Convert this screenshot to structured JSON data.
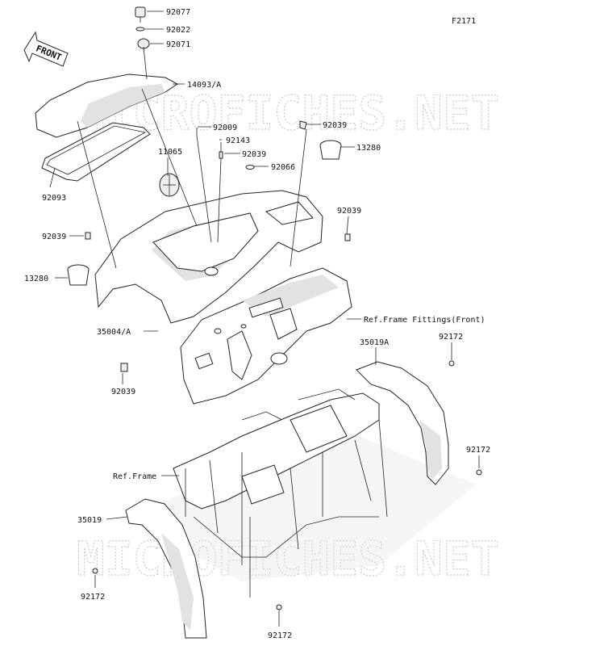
{
  "figure_code": "F2171",
  "front_label": "FRONT",
  "watermark": "MICROFICHES.NET",
  "callouts": [
    {
      "id": "c92077",
      "text": "92077"
    },
    {
      "id": "c92022",
      "text": "92022"
    },
    {
      "id": "c92071",
      "text": "92071"
    },
    {
      "id": "c14093",
      "text": "14093/A"
    },
    {
      "id": "c92009",
      "text": "92009"
    },
    {
      "id": "c92039a",
      "text": "92039"
    },
    {
      "id": "c11065",
      "text": "11065"
    },
    {
      "id": "c92143",
      "text": "92143"
    },
    {
      "id": "c13280a",
      "text": "13280"
    },
    {
      "id": "c92039b",
      "text": "92039"
    },
    {
      "id": "c92066",
      "text": "92066"
    },
    {
      "id": "c92093",
      "text": "92093"
    },
    {
      "id": "c92039c",
      "text": "92039"
    },
    {
      "id": "c92039d",
      "text": "92039"
    },
    {
      "id": "c13280b",
      "text": "13280"
    },
    {
      "id": "c35004",
      "text": "35004/A"
    },
    {
      "id": "cref1",
      "text": "Ref.Frame Fittings(Front)"
    },
    {
      "id": "c35019a",
      "text": "35019A"
    },
    {
      "id": "c92172a",
      "text": "92172"
    },
    {
      "id": "c92039e",
      "text": "92039"
    },
    {
      "id": "c92172b",
      "text": "92172"
    },
    {
      "id": "cref2",
      "text": "Ref.Frame"
    },
    {
      "id": "c35019",
      "text": "35019"
    },
    {
      "id": "c92172c",
      "text": "92172"
    },
    {
      "id": "c92172d",
      "text": "92172"
    }
  ]
}
